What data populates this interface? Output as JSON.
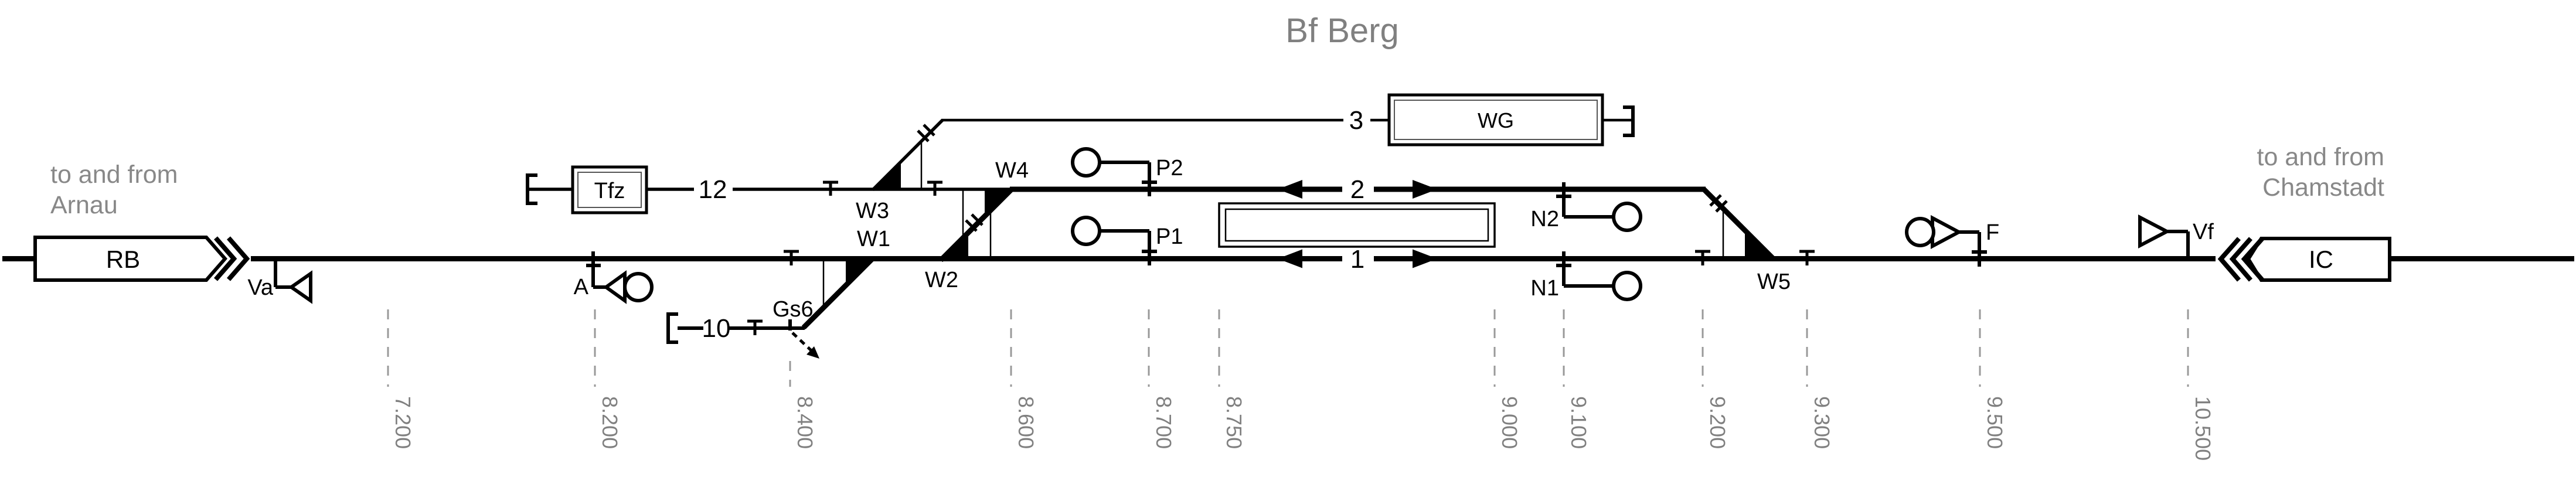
{
  "title": "Bf Berg",
  "colors": {
    "ink": "#000000",
    "muted": "#888888",
    "km_gray": "#808080"
  },
  "directions": {
    "left": {
      "line1": "to and from",
      "line2": "Arnau"
    },
    "right": {
      "line1": "to and from",
      "line2": "Chamstadt"
    }
  },
  "trains": {
    "left": {
      "label": "RB"
    },
    "right": {
      "label": "IC"
    }
  },
  "boxes": {
    "tfz": "Tfz",
    "wg": "WG"
  },
  "tracks": {
    "t1": "1",
    "t2": "2",
    "t3": "3",
    "t10": "10",
    "t12": "12"
  },
  "switches": {
    "w1": "W1",
    "w2": "W2",
    "w3": "W3",
    "w4": "W4",
    "w5": "W5"
  },
  "derailer": "Gs6",
  "signals": {
    "va": "Va",
    "a": "A",
    "p1": "P1",
    "p2": "P2",
    "n1": "N1",
    "n2": "N2",
    "f": "F",
    "vf": "Vf"
  },
  "km_markers": [
    "7.200",
    "8.200",
    "8.400",
    "8.600",
    "8.700",
    "8.750",
    "9.000",
    "9.100",
    "9.200",
    "9.300",
    "9.500",
    "10.500"
  ]
}
